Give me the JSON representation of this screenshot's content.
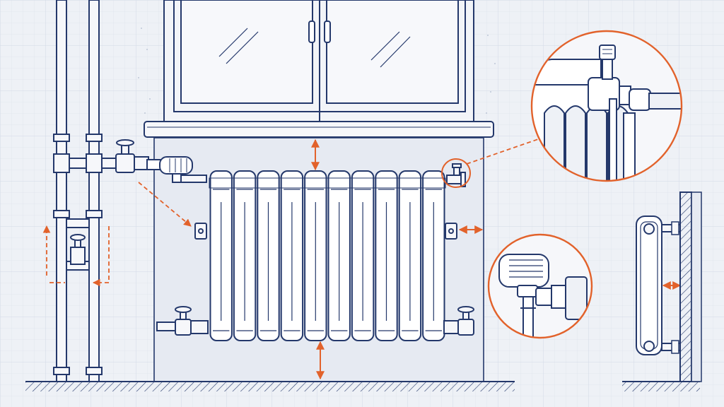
{
  "diagram": {
    "subject": "radiator-installation-blueprint",
    "labels": [],
    "colors": {
      "background": "#eef1f6",
      "grid": "#d9dfea",
      "line": "#24386b",
      "wall": "#e4e8f0",
      "accent": "#e2622b",
      "white": "#ffffff"
    },
    "radiator": {
      "sections": 10
    },
    "details": [
      {
        "name": "air-vent-detail"
      },
      {
        "name": "thermostatic-valve-detail"
      },
      {
        "name": "side-profile-detail"
      }
    ],
    "clearances": [
      {
        "name": "clearance-to-windowsill"
      },
      {
        "name": "clearance-to-floor"
      },
      {
        "name": "clearance-to-side-wall"
      },
      {
        "name": "clearance-to-back-wall"
      }
    ]
  }
}
